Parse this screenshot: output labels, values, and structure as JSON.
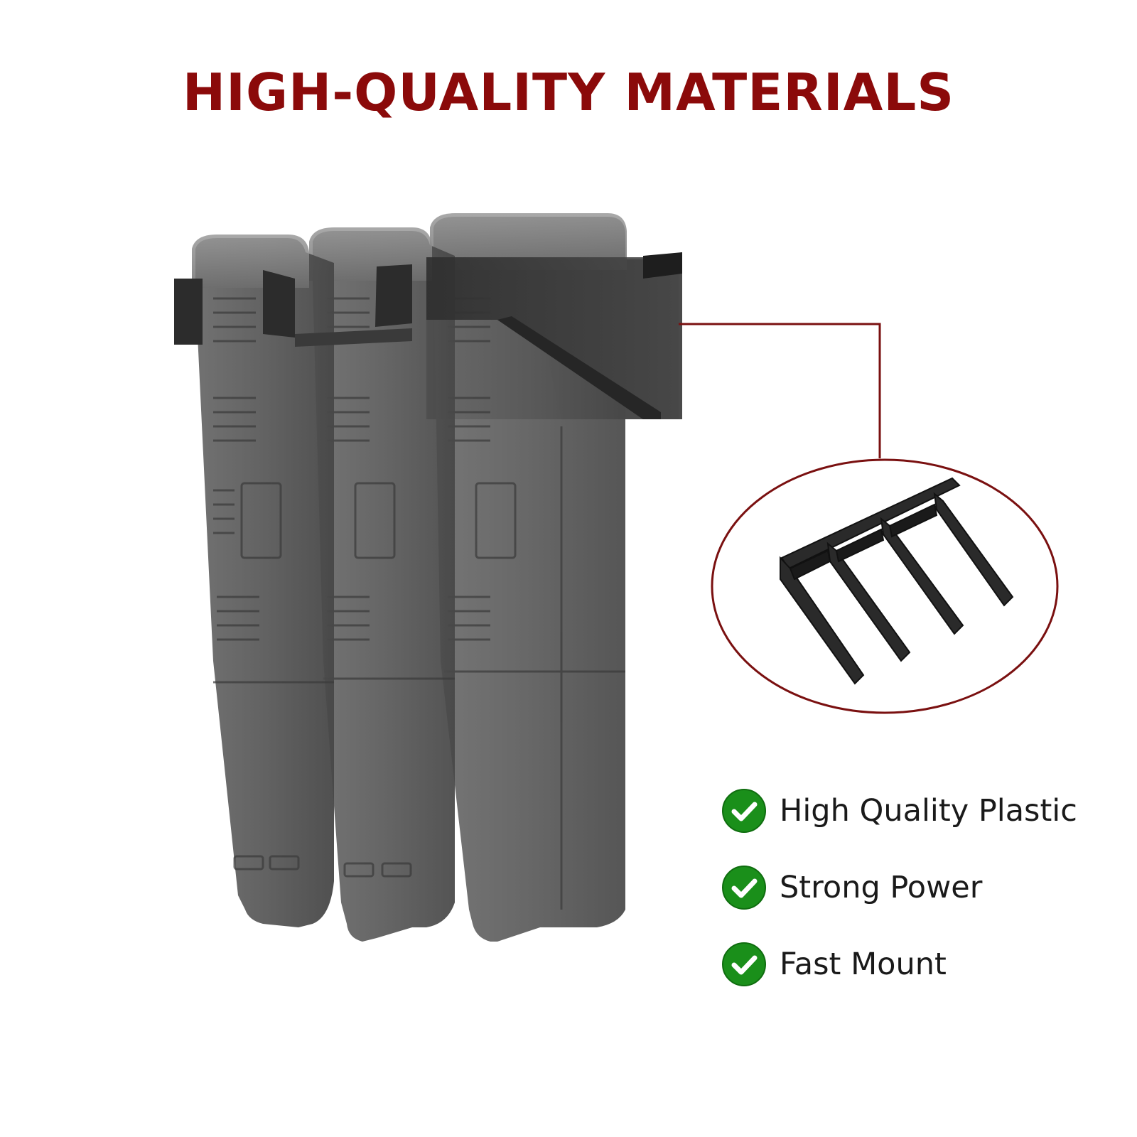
{
  "headline": "HIGH-QUALITY MATERIALS",
  "colors": {
    "headline": "#8b0a0a",
    "callout_line": "#7a1010",
    "check_green": "#1a8f1a",
    "product_dark": "#3e3e3e",
    "product_mid": "#5c5c5c"
  },
  "features": [
    {
      "label": "High Quality Plastic",
      "icon": "check-circle-icon"
    },
    {
      "label": "Strong Power",
      "icon": "check-circle-icon"
    },
    {
      "label": "Fast Mount",
      "icon": "check-circle-icon"
    }
  ],
  "images": {
    "main": "three-magazines-in-wall-rack",
    "detail": "three-slot-magazine-rack-closeup"
  }
}
